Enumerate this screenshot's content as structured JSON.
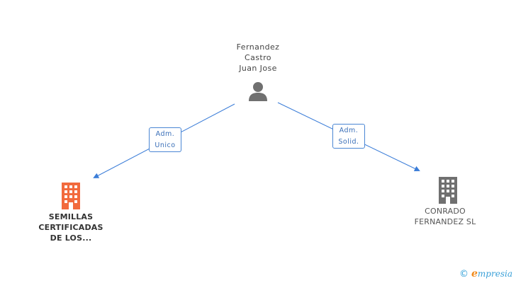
{
  "person": {
    "name_lines": [
      "Fernandez",
      "Castro",
      "Juan Jose"
    ],
    "icon": "person-icon",
    "icon_color": "#707070"
  },
  "relations": [
    {
      "role_lines": [
        "Adm.",
        "Unico"
      ],
      "target": "company_left"
    },
    {
      "role_lines": [
        "Adm.",
        "Solid."
      ],
      "target": "company_right"
    }
  ],
  "company_left": {
    "name_lines": [
      "SEMILLAS",
      "CERTIFICADAS",
      "DE LOS..."
    ],
    "icon": "building-icon",
    "icon_color": "#f26a3d"
  },
  "company_right": {
    "name_lines": [
      "CONRADO",
      "FERNANDEZ SL"
    ],
    "icon": "building-icon",
    "icon_color": "#707070"
  },
  "colors": {
    "link": "#3b7dd8",
    "badge_border": "#4a86d4"
  },
  "watermark": {
    "copyright_symbol": "©",
    "brand_initial": "e",
    "brand_rest": "mpresia"
  }
}
